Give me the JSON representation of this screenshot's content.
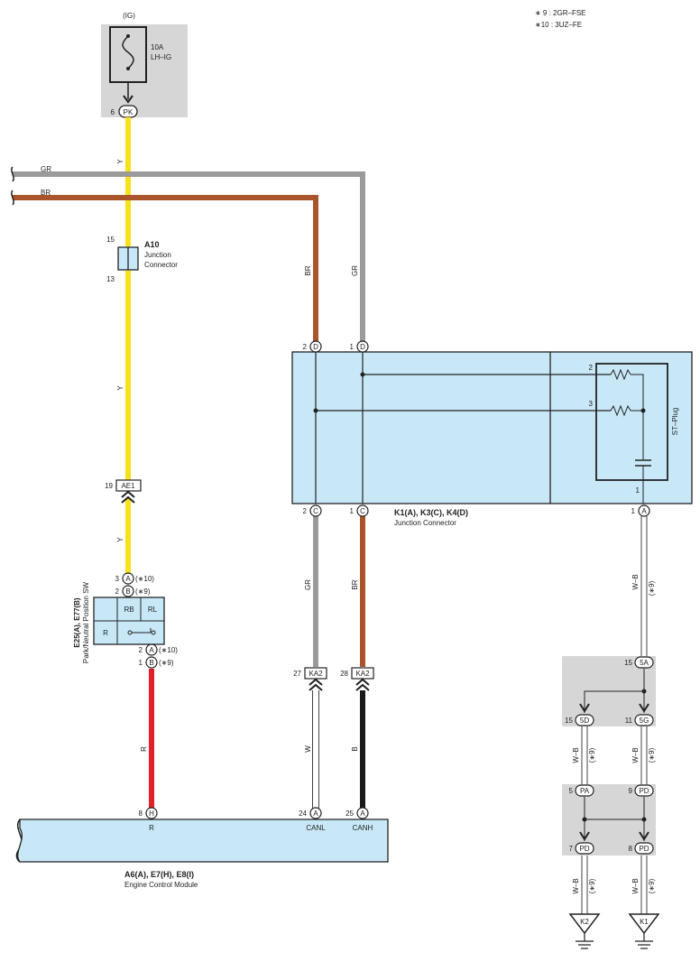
{
  "notes": {
    "n9": "∗ 9 : 2GR–FSE",
    "n10": "∗10 : 3UZ–FE"
  },
  "fuse": {
    "group": "(IG)",
    "rating": "10A",
    "name": "LH–IG",
    "pin": "6",
    "conn": "PK"
  },
  "wire_colors": {
    "Y": "#f7e11b",
    "GR": "#9a9a9a",
    "BR": "#a9542b",
    "R": "#e3202a",
    "B": "#1a1a1a",
    "W": "#ffffff",
    "WB": "#ffffff",
    "box": "#c8e8f8",
    "shade": "#d6d6d6"
  },
  "wires": {
    "y_top": "Y",
    "y_mid": "Y",
    "y_low": "Y",
    "gr_in": "GR",
    "br_in": "BR",
    "br_vert": "BR",
    "gr_vert": "GR",
    "gr_low": "GR",
    "br_low": "BR",
    "r": "R",
    "w": "W",
    "b": "B",
    "wb1": "W–B",
    "wb1_note": "(∗9)",
    "wb2": "W–B",
    "wb2_note": "(∗9)",
    "wb3": "W–B",
    "wb3_note": "(∗9)",
    "wb4": "W–B",
    "wb4_note": "(∗9)",
    "wb5": "W–B",
    "wb5_note": "(∗9)"
  },
  "a10": {
    "id": "A10",
    "l1": "Junction",
    "l2": "Connector",
    "pin_top": "15",
    "pin_bot": "13"
  },
  "ae1": {
    "pin": "19",
    "label": "AE1"
  },
  "park_sw": {
    "id": "E25(A), E77(B)",
    "name": "Park/Neutral Position SW",
    "p1n": "3",
    "p1c": "A",
    "p1m": "(∗10)",
    "p2n": "2",
    "p2c": "B",
    "p2m": "(∗9)",
    "p3n": "2",
    "p3c": "A",
    "p3m": "(∗10)",
    "p4n": "1",
    "p4c": "B",
    "p4m": "(∗9)",
    "rb": "RB",
    "rl": "RL",
    "r": "R"
  },
  "jc": {
    "id": "K1(A), K3(C), K4(D)",
    "name": "Junction Connector",
    "t1n": "2",
    "t1c": "D",
    "t2n": "1",
    "t2c": "D",
    "b1n": "2",
    "b1c": "C",
    "b2n": "1",
    "b2c": "C",
    "st": "ST–Plug",
    "s2": "2",
    "s3": "3",
    "s1": "1",
    "outn": "1",
    "outc": "A"
  },
  "ka2": {
    "l_pin": "27",
    "l_label": "KA2",
    "r_pin": "28",
    "r_label": "KA2"
  },
  "ecm": {
    "id": "A6(A), E7(H), E8(I)",
    "name": "Engine Control Module",
    "p1n": "8",
    "p1c": "H",
    "p1l": "R",
    "p2n": "24",
    "p2c": "A",
    "p2l": "CANL",
    "p3n": "25",
    "p3c": "A",
    "p3l": "CANH"
  },
  "j1": {
    "top_n": "15",
    "top_c": "5A",
    "bl_n": "15",
    "bl_c": "5D",
    "br_n": "11",
    "br_c": "5G"
  },
  "j2": {
    "tl_n": "5",
    "tl_c": "PA",
    "tr_n": "9",
    "tr_c": "PD",
    "bl_n": "7",
    "bl_c": "PD",
    "br_n": "8",
    "br_c": "PD"
  },
  "grounds": {
    "g1": "K2",
    "g2": "K1"
  }
}
